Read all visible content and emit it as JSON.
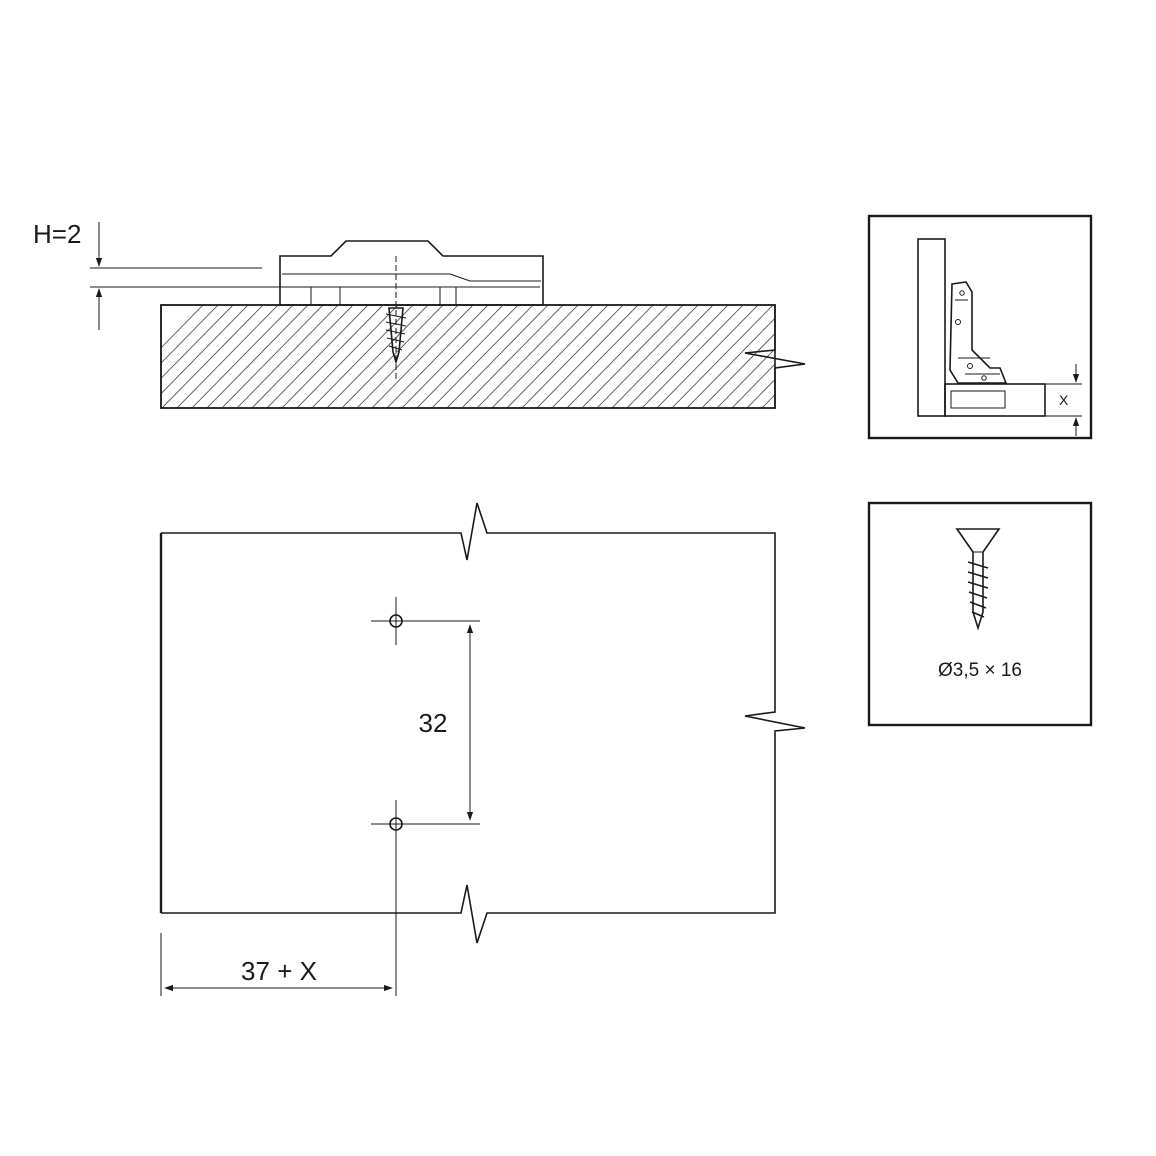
{
  "labels": {
    "plate_height": "H=2",
    "hole_spacing": "32",
    "edge_distance": "37 + X",
    "overlay_x": "X",
    "screw_spec": "Ø3,5 × 16"
  },
  "colors": {
    "ink": "#1a1a1a",
    "hatch": "#555555",
    "background": "#ffffff"
  },
  "icons": [
    "screw-icon",
    "hinge-icon"
  ]
}
